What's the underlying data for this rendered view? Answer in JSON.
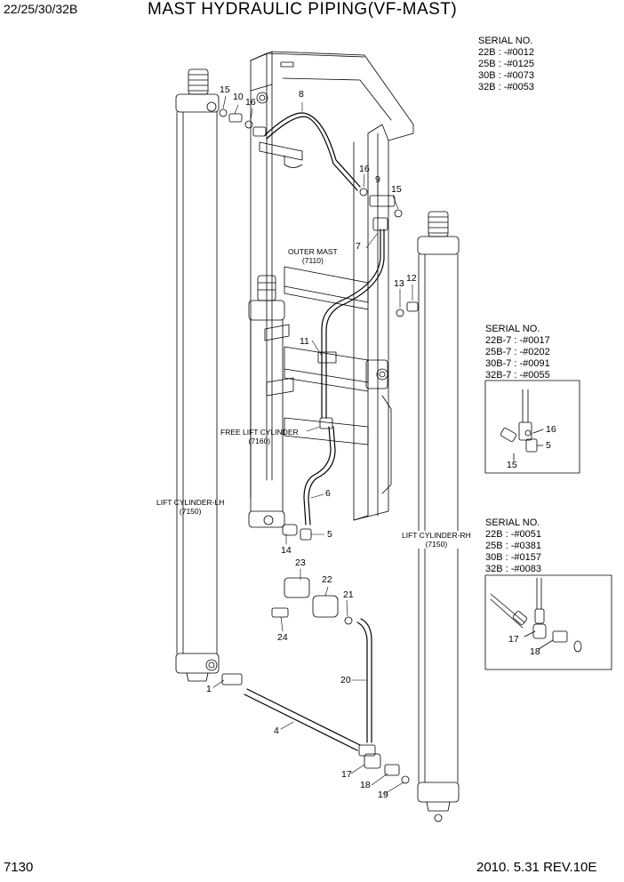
{
  "header": {
    "model": "22/25/30/32B",
    "title": "MAST HYDRAULIC PIPING(VF-MAST)"
  },
  "footer": {
    "page_number": "7130",
    "revision": "2010. 5.31  REV.10E"
  },
  "serial_blocks": [
    {
      "heading": "SERIAL NO.",
      "lines": [
        "22B : -#0012",
        "25B : -#0125",
        "30B : -#0073",
        "32B : -#0053"
      ]
    },
    {
      "heading": "SERIAL NO.",
      "lines": [
        "22B-7 : -#0017",
        "25B-7 : -#0202",
        "30B-7 : -#0091",
        "32B-7 : -#0055"
      ]
    },
    {
      "heading": "SERIAL NO.",
      "lines": [
        "22B : -#0051",
        "25B : -#0381",
        "30B : -#0157",
        "32B : -#0083"
      ]
    }
  ],
  "component_labels": {
    "outer_mast": [
      "OUTER MAST",
      "(7110)"
    ],
    "free_lift_cylinder": [
      "FREE LIFT CYLINDER",
      "(7160)"
    ],
    "lift_cylinder_lh": [
      "LIFT CYLINDER-LH",
      "(7150)"
    ],
    "lift_cylinder_rh": [
      "LIFT CYLINDER-RH",
      "(7150)"
    ]
  },
  "part_numbers": {
    "p15a": "15",
    "p10": "10",
    "p16a": "16",
    "p8": "8",
    "p16b": "16",
    "p9": "9",
    "p15b": "15",
    "p7": "7",
    "p13": "13",
    "p12": "12",
    "p11": "11",
    "p6": "6",
    "p5": "5",
    "p14": "14",
    "p23": "23",
    "p22": "22",
    "p21": "21",
    "p24": "24",
    "p20": "20",
    "p1": "1",
    "p4": "4",
    "p17": "17",
    "p18": "18",
    "p19": "19",
    "i1_16": "16",
    "i1_5": "5",
    "i1_15": "15",
    "i2_17": "17",
    "i2_18": "18"
  }
}
